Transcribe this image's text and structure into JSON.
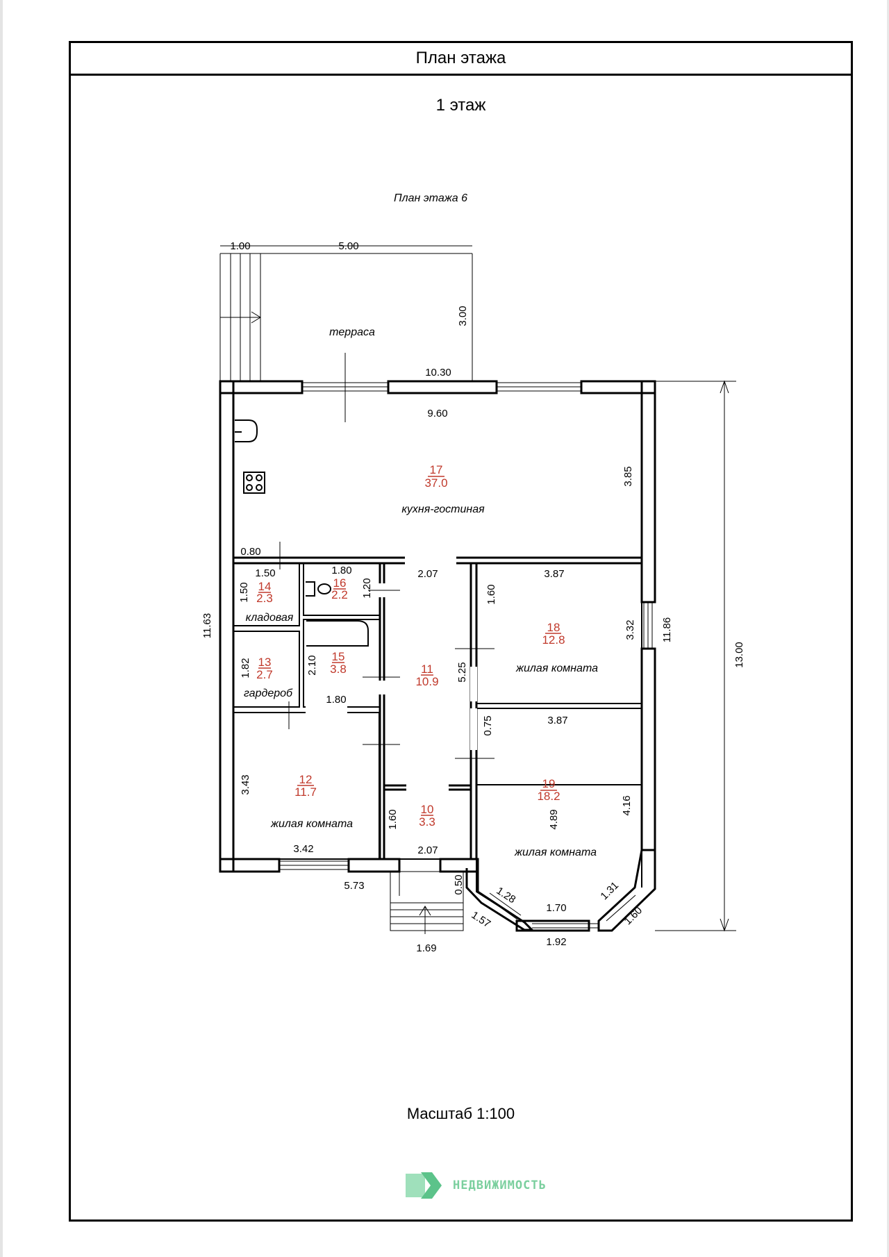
{
  "header": {
    "title": "План этажа"
  },
  "floor_title": "1 этаж",
  "plan_caption": "План этажа 6",
  "scale_label": "Масштаб 1:100",
  "brand": {
    "name": "НЕДВИЖИМОСТЬ",
    "color": "#7bcf9e"
  },
  "colors": {
    "wall": "#000000",
    "room_number": "#c0392b",
    "area": "#c0392b"
  },
  "rooms": {
    "r10": {
      "number": "10",
      "area": "3.3",
      "name": ""
    },
    "r11": {
      "number": "11",
      "area": "10.9",
      "name": ""
    },
    "r12": {
      "number": "12",
      "area": "11.7",
      "name": "жилая комната"
    },
    "r13": {
      "number": "13",
      "area": "2.7",
      "name": "гардероб"
    },
    "r14": {
      "number": "14",
      "area": "2.3",
      "name": "кладовая"
    },
    "r15": {
      "number": "15",
      "area": "3.8",
      "name": ""
    },
    "r16": {
      "number": "16",
      "area": "2.2",
      "name": ""
    },
    "r17": {
      "number": "17",
      "area": "37.0",
      "name": "кухня-гостиная"
    },
    "r18": {
      "number": "18",
      "area": "12.8",
      "name": "жилая комната"
    },
    "r19": {
      "number": "19",
      "area": "18.2",
      "name": "жилая комната"
    },
    "terrace": {
      "name": "терраса"
    }
  },
  "dims": {
    "terrace_stair_w": "1.00",
    "terrace_w": "5.00",
    "terrace_d": "3.00",
    "overall_w": "10.30",
    "kitchen_w": "9.60",
    "kitchen_d": "3.85",
    "kitchen_gap": "0.80",
    "storage_w": "1.50",
    "storage_d": "1.50",
    "wc_w": "1.80",
    "wc_d": "1.20",
    "hall_w": "2.07",
    "room18_w": "3.87",
    "room18_d1": "1.60",
    "room18_d2": "3.32",
    "right_len": "11.86",
    "overall_h": "13.00",
    "left_len": "11.63",
    "ward_d": "1.82",
    "bath_d": "2.10",
    "hall_len": "5.25",
    "bath_w": "1.80",
    "room19_w": "3.87",
    "room19_gap": "0.75",
    "room12_d": "3.43",
    "vest_d": "1.60",
    "room19_inner": "4.89",
    "room19_side": "4.16",
    "room12_w": "3.42",
    "vest_w": "2.07",
    "bottom_len": "5.73",
    "porch_d": "0.50",
    "bay_diag_l": "1.28",
    "bay_w": "1.70",
    "bay_diag_r": "1.31",
    "bay_out_l": "1.57",
    "bay_out_r": "1.60",
    "bay_out_w": "1.92",
    "porch_w": "1.69"
  }
}
